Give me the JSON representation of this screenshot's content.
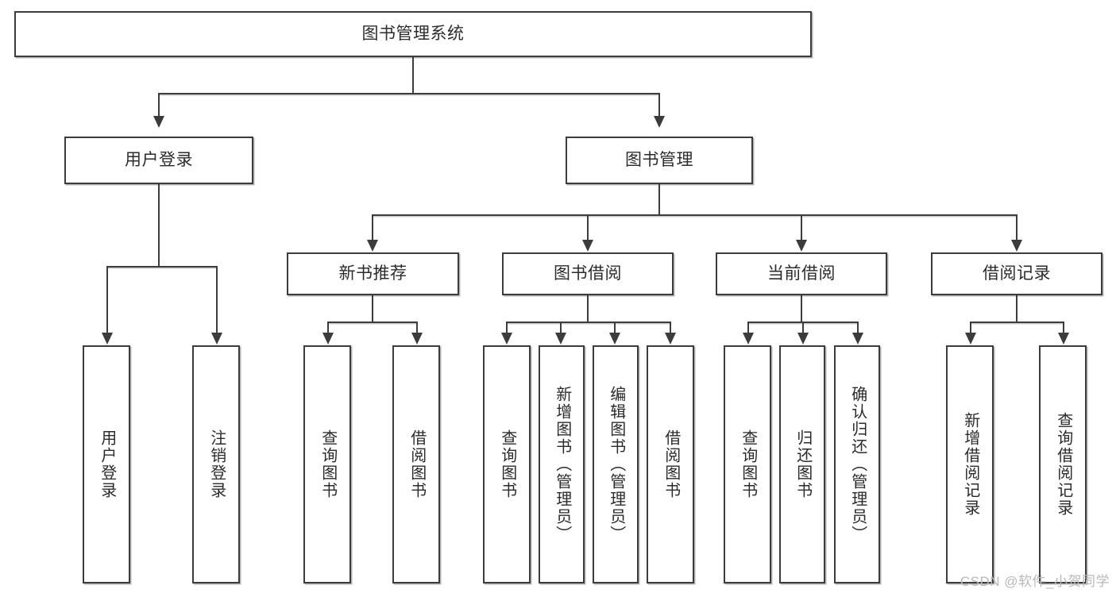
{
  "diagram": {
    "title": "图书管理系统",
    "type": "tree",
    "watermark": "CSDN @软件_小贺同学"
  },
  "root": {
    "label": "图书管理系统"
  },
  "level2": [
    {
      "label": "用户登录"
    },
    {
      "label": "图书管理"
    }
  ],
  "level3": [
    {
      "label": "新书推荐"
    },
    {
      "label": "图书借阅"
    },
    {
      "label": "当前借阅"
    },
    {
      "label": "借阅记录"
    }
  ],
  "leaves": {
    "user_login": [
      {
        "label": "用户登录"
      },
      {
        "label": "注销登录"
      }
    ],
    "new_book": [
      {
        "label": "查询图书"
      },
      {
        "label": "借阅图书"
      }
    ],
    "book_borrow": [
      {
        "label": "查询图书"
      },
      {
        "label": "新增图书（管理员）"
      },
      {
        "label": "编辑图书（管理员）"
      },
      {
        "label": "借阅图书"
      }
    ],
    "current_borrow": [
      {
        "label": "查询图书"
      },
      {
        "label": "归还图书"
      },
      {
        "label": "确认归还（管理员）"
      }
    ],
    "borrow_record": [
      {
        "label": "新增借阅记录"
      },
      {
        "label": "查询借阅记录"
      }
    ]
  },
  "colors": {
    "border": "#3c3c3c",
    "text": "#2b2b2b",
    "background": "#ffffff",
    "watermark": "#b9b9b9"
  }
}
